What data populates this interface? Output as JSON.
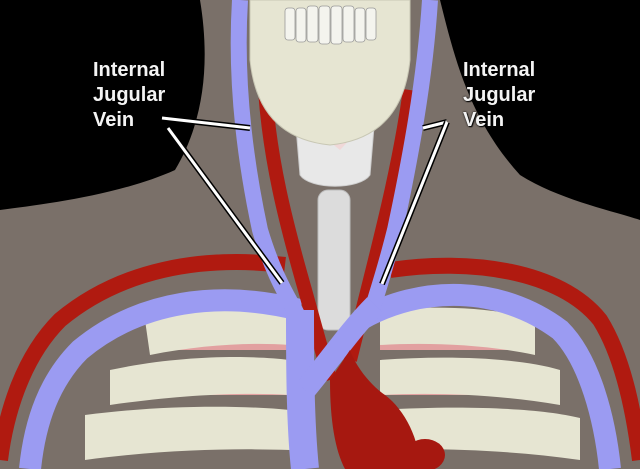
{
  "diagram": {
    "subject": "Neck and upper thorax anterior view showing jugular veins",
    "colors": {
      "background_black": "#000000",
      "body_skin": "#7a7069",
      "vein_blue": "#9b9bf2",
      "artery_red": "#b01a10",
      "bone_ivory": "#e8e8d6",
      "muscle_pink": "#e2a0a0",
      "label_text": "#f4f4f4"
    },
    "labels": [
      {
        "id": "left",
        "lines": [
          "Internal",
          "Jugular",
          "Vein"
        ],
        "points_to": "right internal jugular vein (viewer's left)"
      },
      {
        "id": "right",
        "lines": [
          "Internal",
          "Jugular",
          "Vein"
        ],
        "points_to": "left internal jugular vein (viewer's right)"
      }
    ],
    "structures": [
      "skull (mandible and teeth)",
      "thyroid cartilage / larynx",
      "trachea",
      "internal jugular veins",
      "common carotid arteries",
      "subclavian arteries",
      "subclavian veins",
      "brachiocephalic veins",
      "superior vena cava",
      "aortic arch",
      "ribs",
      "intercostal muscles"
    ]
  }
}
